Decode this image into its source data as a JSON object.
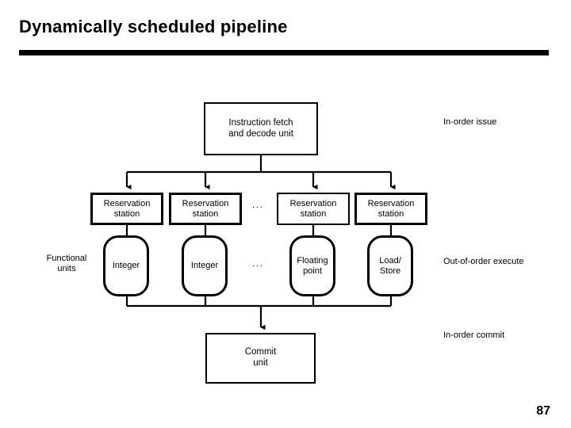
{
  "slide": {
    "title": "Dynamically scheduled pipeline",
    "page_number": "87"
  },
  "diagram": {
    "fetch_unit": {
      "label": "Instruction fetch\nand decode unit"
    },
    "reservation_stations": [
      {
        "label": "Reservation\nstation"
      },
      {
        "label": "Reservation\nstation"
      },
      {
        "label": "Reservation\nstation"
      },
      {
        "label": "Reservation\nstation"
      }
    ],
    "reservation_ellipsis": "...",
    "functional_units": [
      {
        "label": "Integer"
      },
      {
        "label": "Integer"
      },
      {
        "label": "Floating\npoint"
      },
      {
        "label": "Load/\nStore"
      }
    ],
    "functional_ellipsis": "...",
    "commit_unit": {
      "label": "Commit\nunit"
    },
    "captions": {
      "functional_units": "Functional\nunits",
      "in_order_issue": "In-order issue",
      "out_of_order_execute": "Out-of-order execute",
      "in_order_commit": "In-order commit"
    },
    "colors": {
      "stroke": "#000000",
      "background": "#ffffff",
      "text": "#000000"
    }
  }
}
